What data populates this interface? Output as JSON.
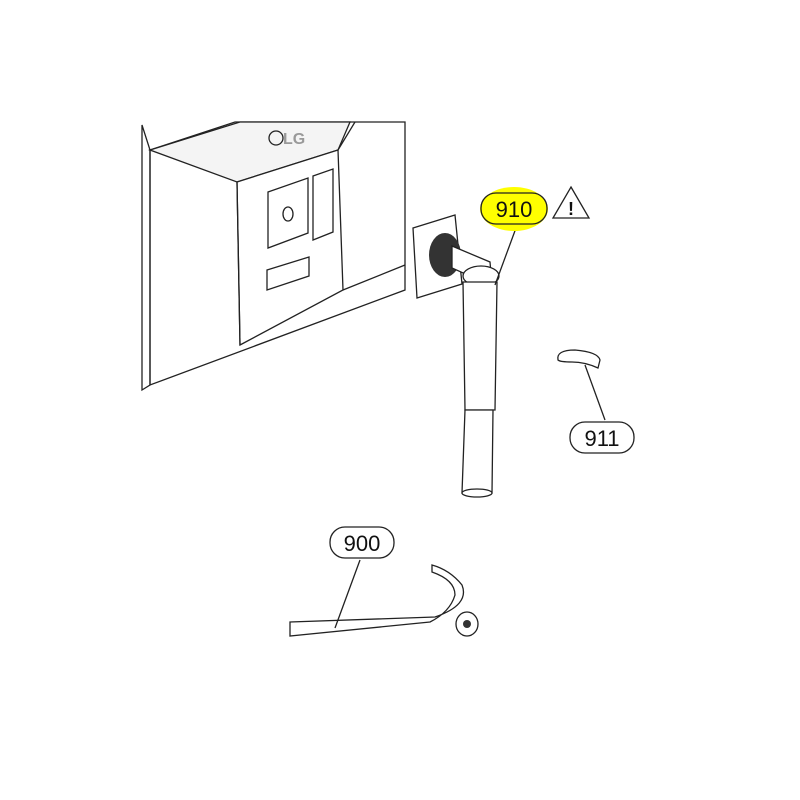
{
  "diagram": {
    "logo_text": "LG",
    "highlight_color": "#ffff00",
    "parts": [
      {
        "number": "910",
        "highlighted": true
      },
      {
        "number": "911",
        "highlighted": false
      },
      {
        "number": "900",
        "highlighted": false
      }
    ],
    "warning_symbol": "!"
  }
}
